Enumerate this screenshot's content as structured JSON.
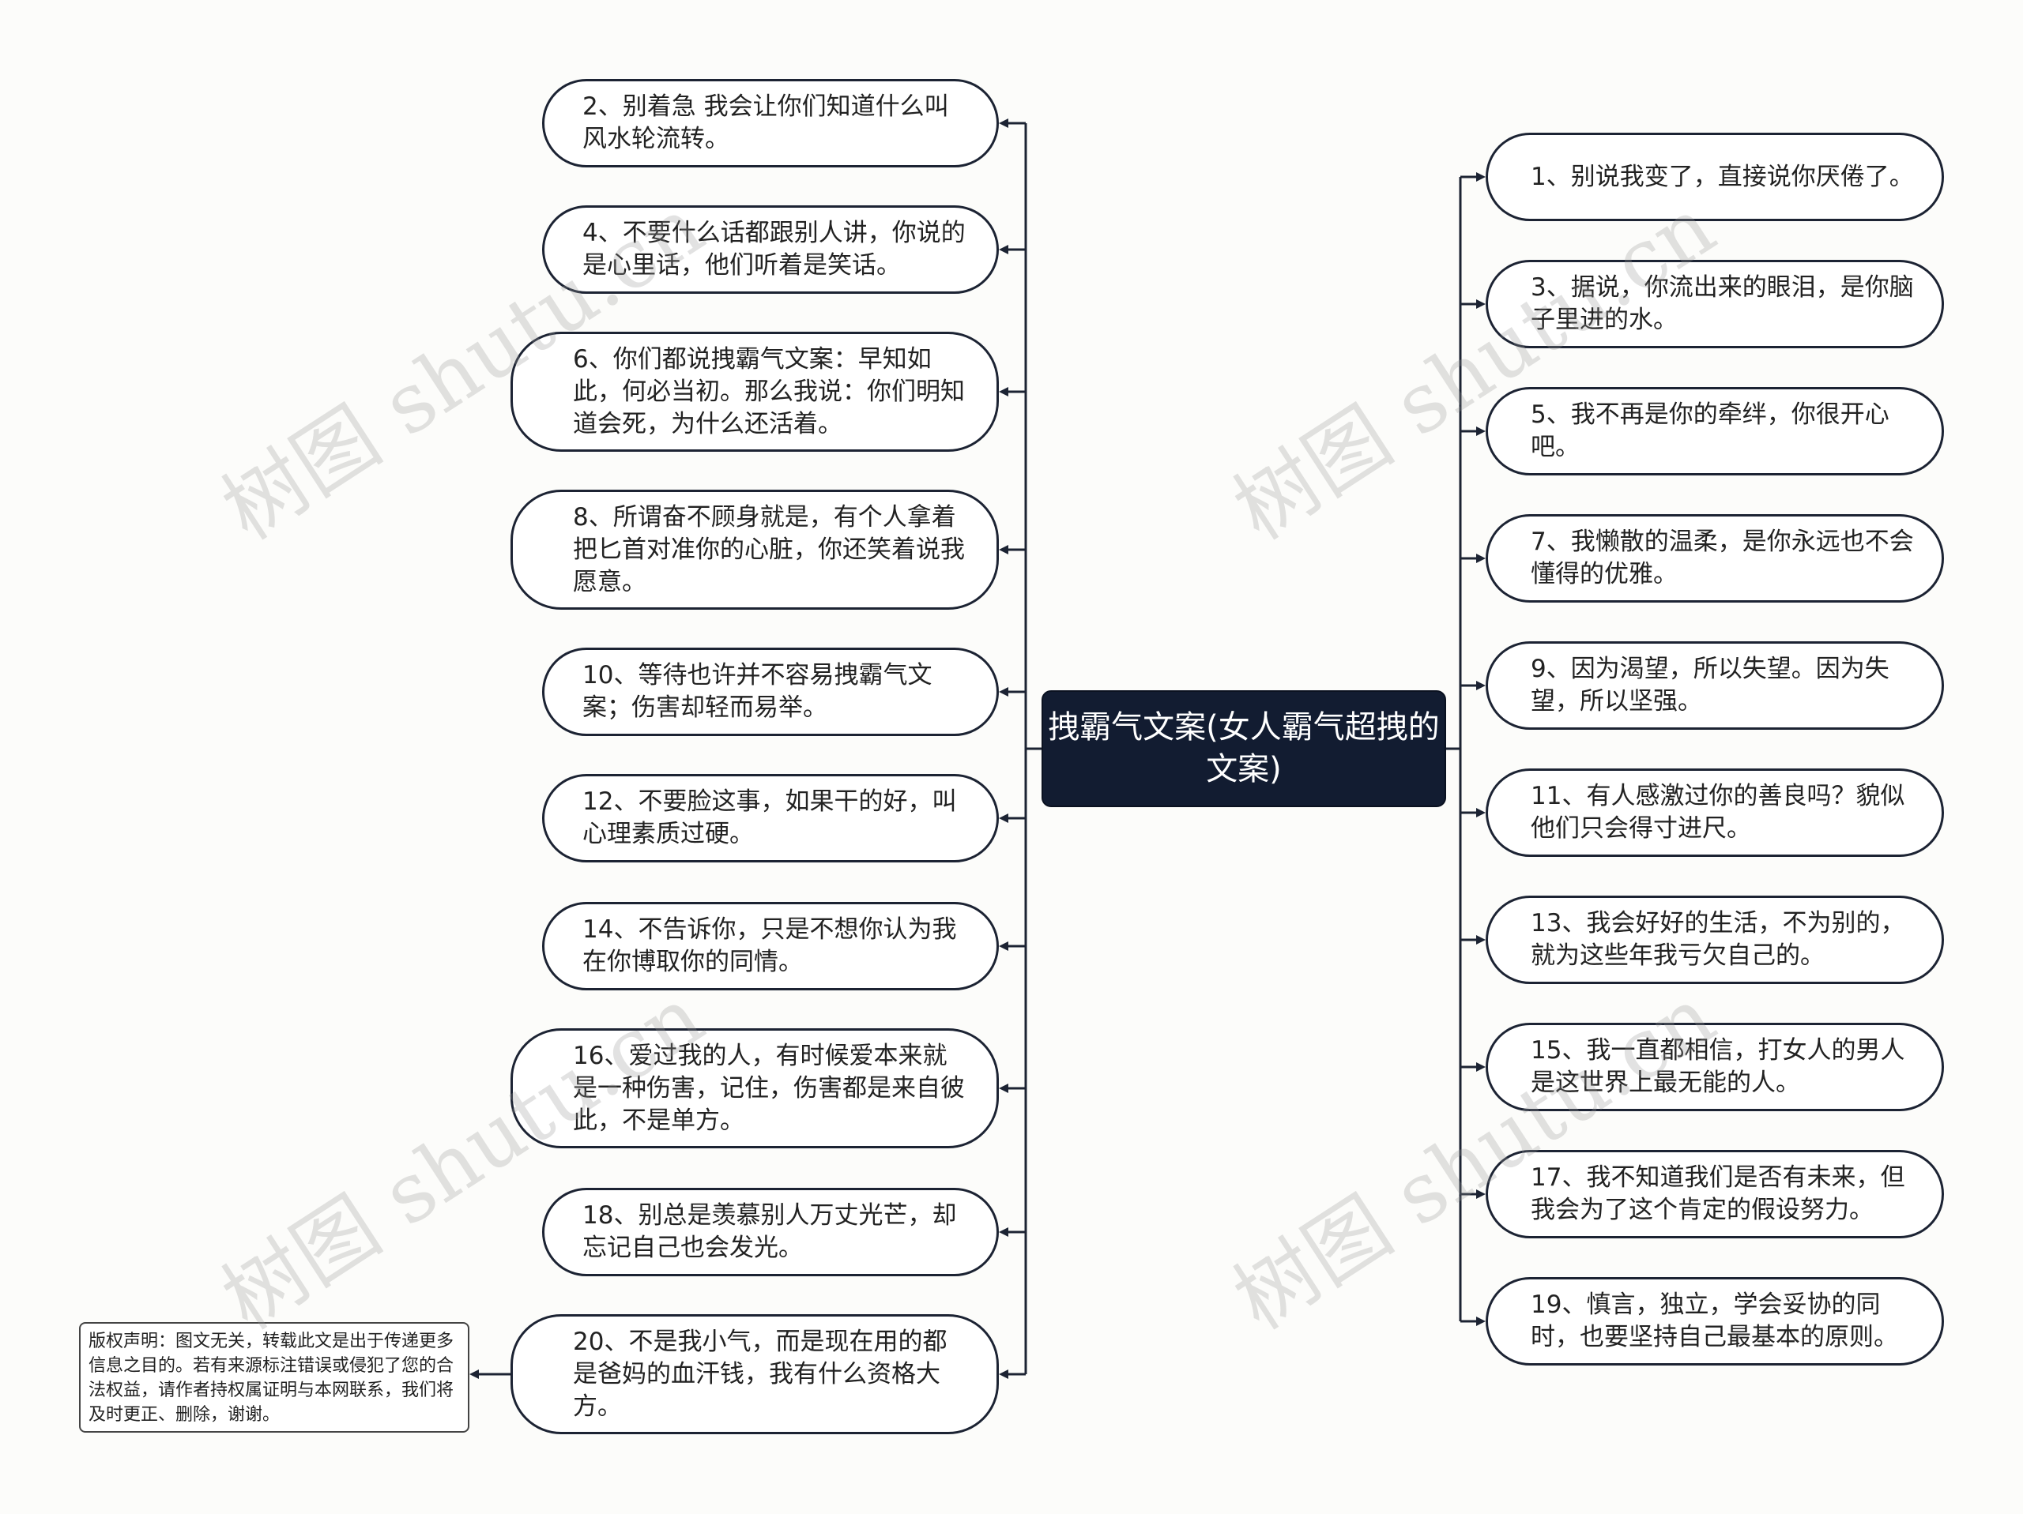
{
  "root": {
    "title": "拽霸气文案(女人霸气超拽的文案)"
  },
  "left_items": [
    "2、别着急 我会让你们知道什么叫风水轮流转。",
    "4、不要什么话都跟别人讲，你说的是心里话，他们听着是笑话。",
    "6、你们都说拽霸气文案：早知如此，何必当初。那么我说：你们明知道会死，为什么还活着。",
    "8、所谓奋不顾身就是，有个人拿着把匕首对准你的心脏，你还笑着说我愿意。",
    "10、等待也许并不容易拽霸气文案；伤害却轻而易举。",
    "12、不要脸这事，如果干的好，叫心理素质过硬。",
    "14、不告诉你，只是不想你认为我在你博取你的同情。",
    "16、爱过我的人，有时候爱本来就是一种伤害，记住，伤害都是来自彼此，不是单方。",
    "18、别总是羡慕别人万丈光芒，却忘记自己也会发光。",
    "20、不是我小气，而是现在用的都是爸妈的血汗钱，我有什么资格大方。"
  ],
  "right_items": [
    "1、别说我变了，直接说你厌倦了。",
    "3、据说，你流出来的眼泪，是你脑子里进的水。",
    "5、我不再是你的牵绊，你很开心吧。",
    "7、我懒散的温柔，是你永远也不会懂得的优雅。",
    "9、因为渴望，所以失望。因为失望，所以坚强。",
    "11、有人感激过你的善良吗？貌似他们只会得寸进尺。",
    "13、我会好好的生活，不为别的，就为这些年我亏欠自己的。",
    "15、我一直都相信，打女人的男人是这世界上最无能的人。",
    "17、我不知道我们是否有未来，但我会为了这个肯定的假设努力。",
    "19、慎言，独立，学会妥协的同时，也要坚持自己最基本的原则。"
  ],
  "copyright_note": "版权声明：图文无关，转载此文是出于传递更多信息之目的。若有来源标注错误或侵犯了您的合法权益，请作者持权属证明与本网联系，我们将及时更正、删除，谢谢。",
  "watermark": "树图 shutu.cn",
  "colors": {
    "root_bg": "#121c31",
    "line": "#1c2333",
    "background": "#fcfcfa"
  }
}
